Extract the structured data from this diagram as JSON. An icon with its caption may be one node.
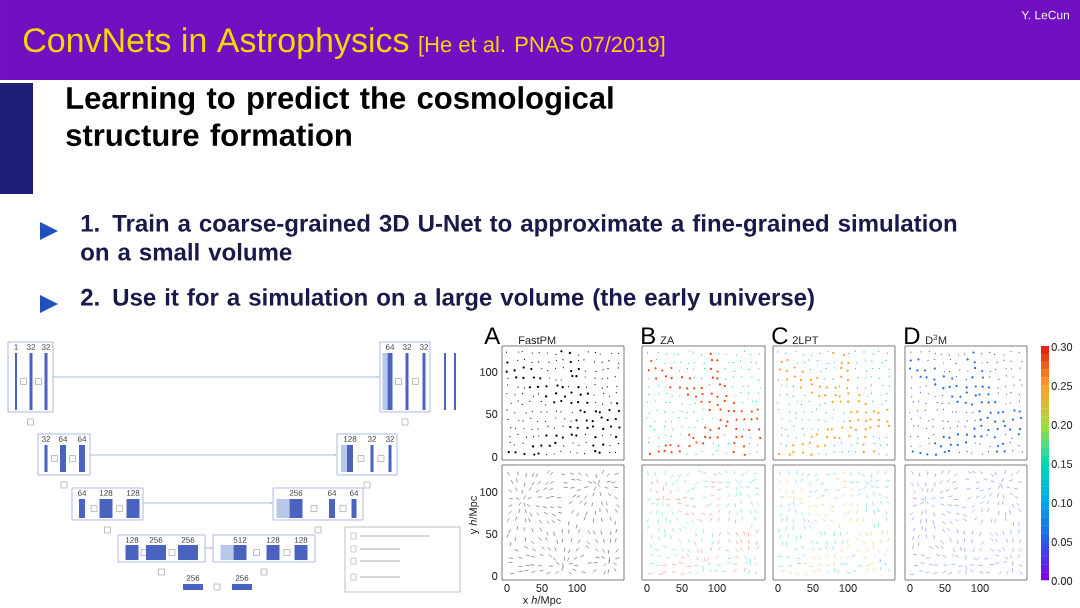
{
  "diagram": {
    "title": "ConvNets in Astrophysics",
    "labels": [
      "[He et al. PNAS 07/2019]",
      "Y. LeCun",
      "Learning to predict the cosmological structure formation",
      "1. Train a coarse-grained 3D U-Net to approximate a fine-grained simulation on a small volume",
      "2. Use it for a simulation on a large volume (the early universe)",
      "1",
      "32",
      "32",
      "64",
      "32",
      "32",
      "32",
      "64",
      "64",
      "128",
      "32",
      "32",
      "64",
      "128",
      "128",
      "256",
      "64",
      "64",
      "128",
      "256",
      "256",
      "512",
      "128",
      "128",
      "256",
      "256",
      "A",
      "FastPM",
      "B",
      "ZA",
      "C",
      "2LPT",
      "D",
      "D$^{3}$M",
      "100",
      "50",
      "0",
      "100",
      "50",
      "0",
      "y *h*/Mpc",
      "0",
      "50",
      "100",
      "0",
      "50",
      "100",
      "0",
      "50",
      "100",
      "0",
      "50",
      "100",
      "x *h*/Mpc",
      "0.30",
      "0.25",
      "0.20",
      "0.15",
      "0.10",
      "0.05",
      "0.00"
    ]
  }
}
